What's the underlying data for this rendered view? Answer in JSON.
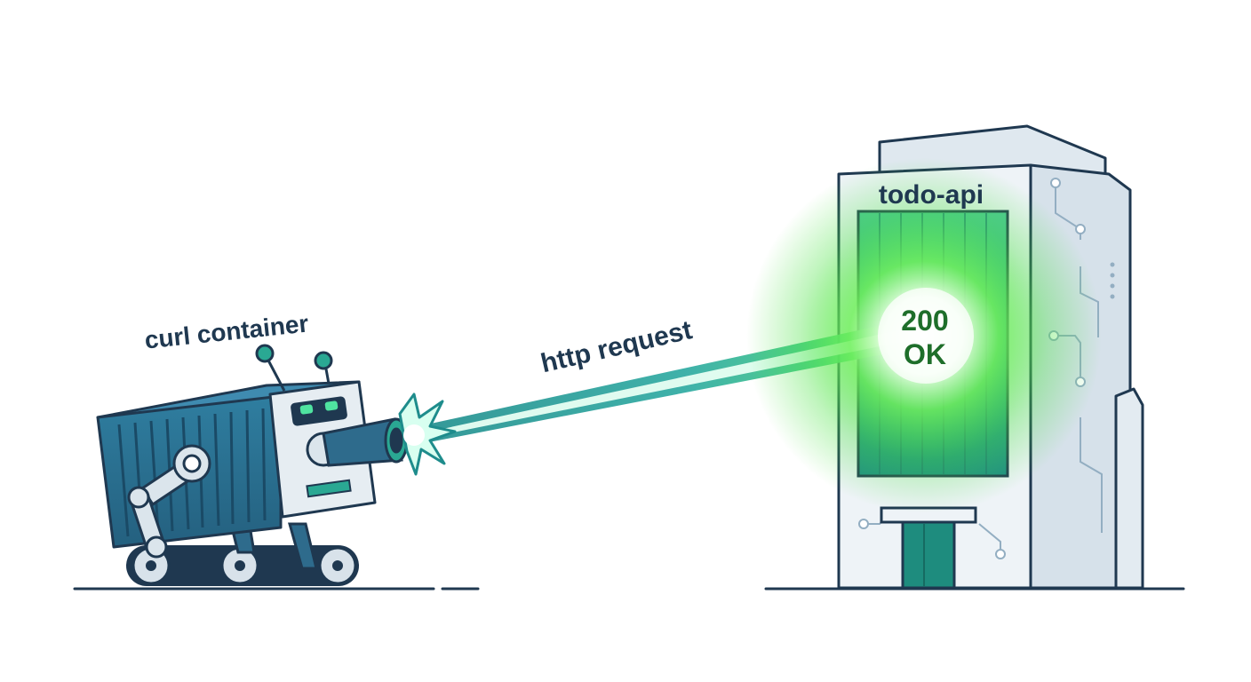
{
  "labels": {
    "client": "curl container",
    "request": "http request",
    "server": "todo-api",
    "status_code": "200",
    "status_text": "OK"
  },
  "icons": {
    "client": "robot-container-icon",
    "server": "server-building-icon",
    "beam": "laser-beam-icon",
    "burst": "muzzle-flash-icon",
    "glow": "success-glow-icon"
  },
  "colors": {
    "outline": "#1f3850",
    "container_blue": "#2e6b8c",
    "teal": "#1e8c7e",
    "beam": "#2aa893",
    "success_green": "#3ee04a",
    "status_text": "#1e6e2a",
    "building_wall": "#eef3f7"
  }
}
